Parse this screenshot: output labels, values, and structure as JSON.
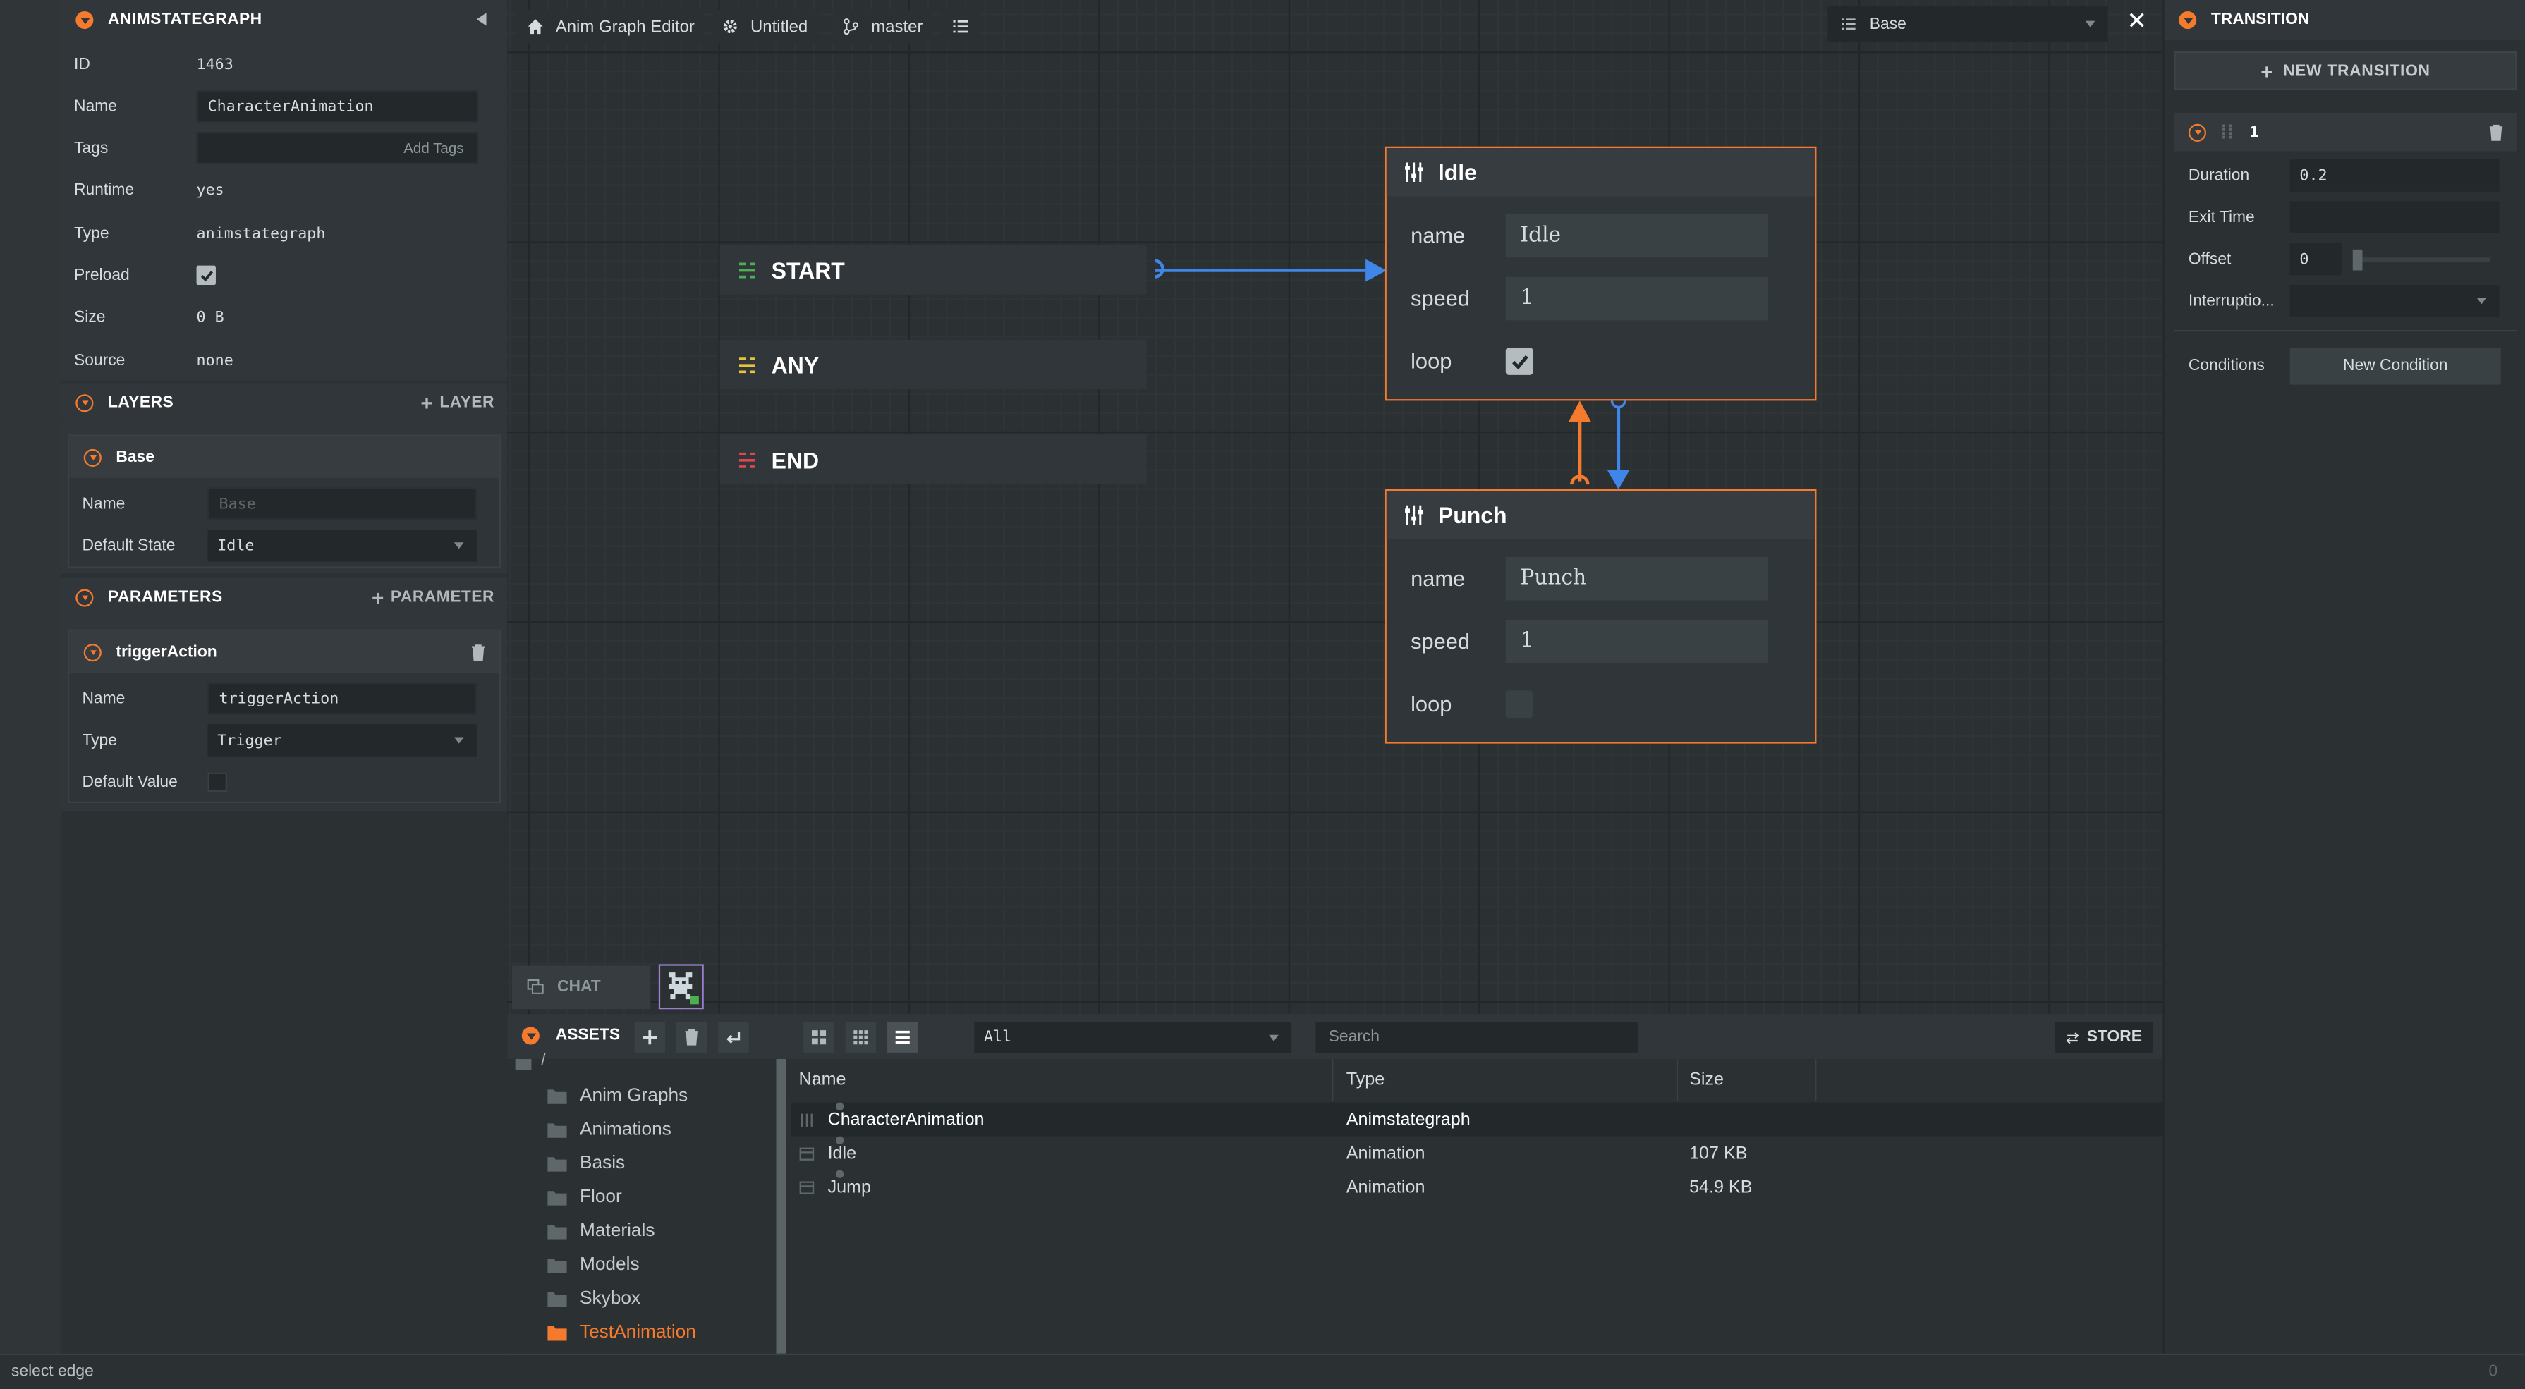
{
  "inspector": {
    "title": "ANIMSTATEGRAPH",
    "fields": [
      {
        "label": "ID",
        "value": "1463"
      },
      {
        "label": "Name",
        "value": "CharacterAnimation"
      },
      {
        "label": "Tags",
        "value": "",
        "action": "Add Tags"
      },
      {
        "label": "Runtime",
        "value": "yes"
      },
      {
        "label": "Type",
        "value": "animstategraph"
      },
      {
        "label": "Preload",
        "checked": true
      },
      {
        "label": "Size",
        "value": "0 B"
      },
      {
        "label": "Source",
        "value": "none"
      }
    ],
    "layers": {
      "title": "LAYERS",
      "add_label": "LAYER",
      "layer_name": "Base",
      "name_label": "Name",
      "name_placeholder": "Base",
      "default_state_label": "Default State",
      "default_state": "Idle"
    },
    "parameters": {
      "title": "PARAMETERS",
      "add_label": "PARAMETER",
      "param_name": "triggerAction",
      "name_label": "Name",
      "name_value": "triggerAction",
      "type_label": "Type",
      "type_value": "Trigger",
      "default_label": "Default Value",
      "default_checked": false
    }
  },
  "toolbar": {
    "editor": "Anim Graph Editor",
    "project": "Untitled",
    "branch": "master",
    "layer_select": "Base"
  },
  "graph": {
    "entry_nodes": [
      "START",
      "ANY",
      "END"
    ],
    "entry_colors": [
      "#4caf50",
      "#e6c33a",
      "#e0474c"
    ],
    "states": [
      {
        "title": "Idle",
        "name": "Idle",
        "speed": "1",
        "loop": true
      },
      {
        "title": "Punch",
        "name": "Punch",
        "speed": "1",
        "loop": false
      }
    ],
    "field_labels": {
      "name": "name",
      "speed": "speed",
      "loop": "loop"
    },
    "colors": {
      "accent": "#f47a2d",
      "edge": "#3f86e8"
    }
  },
  "chat": {
    "label": "CHAT"
  },
  "transition": {
    "title": "TRANSITION",
    "new_label": "NEW TRANSITION",
    "item_label": "1",
    "duration_label": "Duration",
    "duration": "0.2",
    "exit_label": "Exit Time",
    "exit_value": "",
    "offset_label": "Offset",
    "offset": "0",
    "interruption_label": "Interruptio...",
    "interruption_value": "",
    "conditions_label": "Conditions",
    "new_condition": "New Condition"
  },
  "assets": {
    "title": "ASSETS",
    "filter": "All",
    "search_placeholder": "Search",
    "store": "STORE",
    "root": "/",
    "folders": [
      "Anim Graphs",
      "Animations",
      "Basis",
      "Floor",
      "Materials",
      "Models",
      "Skybox",
      "TestAnimation"
    ],
    "selected_folder": "TestAnimation",
    "columns": {
      "name": "Name",
      "type": "Type",
      "size": "Size"
    },
    "rows": [
      {
        "name": "CharacterAnimation",
        "type": "Animstategraph",
        "size": ""
      },
      {
        "name": "Idle",
        "type": "Animation",
        "size": "107 KB"
      },
      {
        "name": "Jump",
        "type": "Animation",
        "size": "54.9 KB"
      }
    ]
  },
  "status": {
    "text": "select edge",
    "count": "0"
  }
}
